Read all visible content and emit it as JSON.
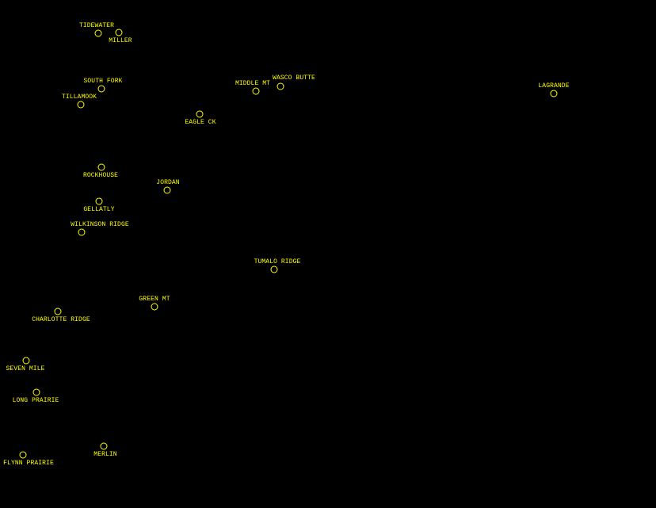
{
  "map": {
    "marker_color": "#ffff00",
    "background_color": "#000000",
    "stations": [
      {
        "name": "TIDEWATER"
      },
      {
        "name": "MILLER"
      },
      {
        "name": "SOUTH FORK"
      },
      {
        "name": "TILLAMOOK"
      },
      {
        "name": "MIDDLE MT"
      },
      {
        "name": "WASCO BUTTE"
      },
      {
        "name": "LAGRANDE"
      },
      {
        "name": "EAGLE CK"
      },
      {
        "name": "ROCKHOUSE"
      },
      {
        "name": "JORDAN"
      },
      {
        "name": "GELLATLY"
      },
      {
        "name": "WILKINSON RIDGE"
      },
      {
        "name": "TUMALO RIDGE"
      },
      {
        "name": "GREEN MT"
      },
      {
        "name": "CHARLOTTE RIDGE"
      },
      {
        "name": "SEVEN MILE"
      },
      {
        "name": "LONG PRAIRIE"
      },
      {
        "name": "MERLIN"
      },
      {
        "name": "FLYNN PRAIRIE"
      }
    ]
  }
}
